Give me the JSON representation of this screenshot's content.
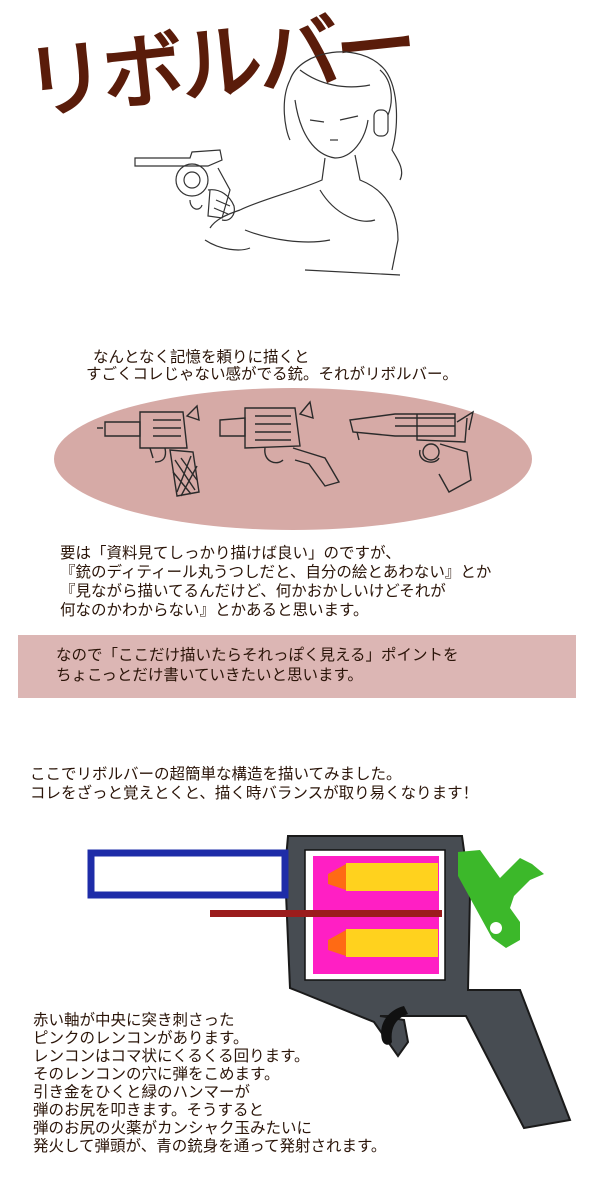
{
  "title": "リボルバー",
  "intro": {
    "line1": "なんとなく記憶を頼りに描くと",
    "line2": "すごくコレじゃない感がでる銃。それがリボルバー。"
  },
  "body": {
    "line1": "要は「資料見てしっかり描けば良い」のですが、",
    "line2": "『銃のディティール丸うつしだと、自分の絵とあわない』とか",
    "line3": "『見ながら描いてるんだけど、何かおかしいけどそれが",
    "line4": "何なのかわからない』とかあると思います。"
  },
  "highlight": {
    "line1": "なので「ここだけ描いたらそれっぽく見える」ポイントを",
    "line2": "ちょこっとだけ書いていきたいと思います。"
  },
  "structure_intro": {
    "line1": "ここでリボルバーの超簡単な構造を描いてみました。",
    "line2": "コレをざっと覚えとくと、描く時バランスが取り易くなります！"
  },
  "explanation": {
    "line1": "赤い軸が中央に突き刺さった",
    "line2": "ピンクのレンコンがあります。",
    "line3": "レンコンはコマ状にくるくる回ります。",
    "line4": "そのレンコンの穴に弾をこめます。",
    "line5": "引き金をひくと緑のハンマーが",
    "line6": "弾のお尻を叩きます。そうすると",
    "line7": "弾のお尻の火薬がカンシャク玉みたいに",
    "line8": "発火して弾頭が、青の銃身を通って発射されます。"
  },
  "colors": {
    "title": "#5a1c0a",
    "band": "#dcb6b4",
    "ellipse": "#d6aaa6",
    "frame": "#474c52",
    "barrel": "#1e2ca8",
    "cylinder": "#ff1fc4",
    "shell": "#ffd21e",
    "tip": "#ff6a14",
    "axis": "#9b1c1c",
    "hammer": "#3cb82a"
  }
}
